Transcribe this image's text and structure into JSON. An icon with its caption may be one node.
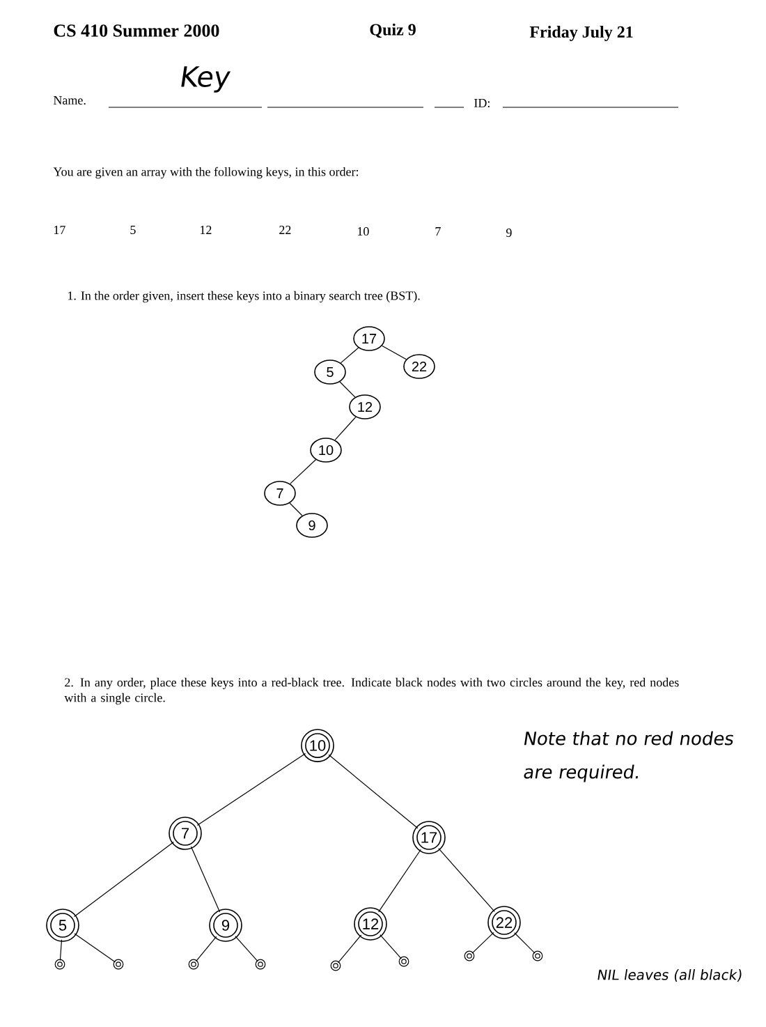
{
  "diagram": {
    "nodes": [
      {
        "text": [
          "17"
        ]
      },
      {
        "text": [
          "5"
        ]
      },
      {
        "text": [
          "22"
        ]
      },
      {
        "text": [
          "12"
        ]
      },
      {
        "text": [
          "10"
        ]
      },
      {
        "text": [
          "7"
        ]
      },
      {
        "text": [
          "9"
        ]
      },
      {
        "text": [
          "10"
        ]
      },
      {
        "text": [
          "7"
        ]
      },
      {
        "text": [
          "17"
        ]
      },
      {
        "text": [
          "5"
        ]
      },
      {
        "text": [
          "9"
        ]
      },
      {
        "text": [
          "12"
        ]
      },
      {
        "text": [
          "22"
        ]
      },
      {
        "text": [],
        "shape": "circle"
      },
      {
        "text": [],
        "shape": "circle"
      },
      {
        "text": [],
        "shape": "circle"
      },
      {
        "text": [],
        "shape": "circle"
      },
      {
        "text": [],
        "shape": "circle"
      },
      {
        "text": [],
        "shape": "circle"
      },
      {
        "text": [],
        "shape": "circle"
      },
      {
        "text": [],
        "shape": "circle"
      }
    ],
    "edges": [
      {
        "from": 0,
        "to": 1,
        "arrow": "none"
      },
      {
        "from": 0,
        "to": 2,
        "arrow": "none"
      },
      {
        "from": 1,
        "to": 3,
        "arrow": "none"
      },
      {
        "from": 3,
        "to": 4,
        "arrow": "none"
      },
      {
        "from": 4,
        "to": 5,
        "arrow": "none"
      },
      {
        "from": 5,
        "to": 6,
        "arrow": "none"
      },
      {
        "from": 7,
        "to": 8,
        "arrow": "none"
      },
      {
        "from": 7,
        "to": 9,
        "arrow": "none"
      },
      {
        "from": 8,
        "to": 10,
        "arrow": "none"
      },
      {
        "from": 8,
        "to": 11,
        "arrow": "none"
      },
      {
        "from": 9,
        "to": 12,
        "arrow": "none"
      },
      {
        "from": 9,
        "to": 13,
        "arrow": "none"
      },
      {
        "from": 10,
        "to": 14,
        "arrow": "none"
      },
      {
        "from": 10,
        "to": 15,
        "arrow": "none"
      },
      {
        "from": 11,
        "to": 16,
        "arrow": "none"
      },
      {
        "from": 11,
        "to": 17,
        "arrow": "none"
      },
      {
        "from": 12,
        "to": 18,
        "arrow": "none"
      },
      {
        "from": 12,
        "to": 19,
        "arrow": "none"
      },
      {
        "from": 13,
        "to": 20,
        "arrow": "none"
      },
      {
        "from": 13,
        "to": 21,
        "arrow": "none"
      }
    ],
    "labels": [
      "CS 410 Summer 2000",
      "Quiz 9",
      "Friday July 21",
      "Name.",
      "Key",
      "ID:",
      "You are given an array with the following keys, in this order:",
      "17",
      "5",
      "12",
      "22",
      "10",
      "7",
      "9",
      "1. In the order given, insert these keys into a binary search tree (BST).",
      "2. In any order, place these keys into a red-black tree. Indicate black nodes with two circles around the key, red nodes with a single circle.",
      "Note that no red nodes are required.",
      "NIL leaves (all black)"
    ]
  }
}
